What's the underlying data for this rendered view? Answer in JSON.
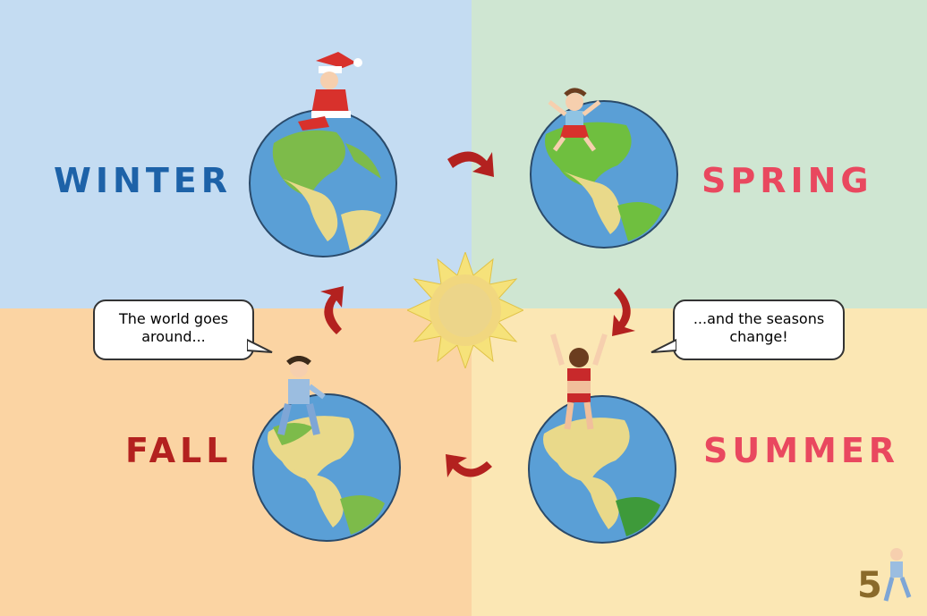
{
  "colors": {
    "winter_bg": "#c4dcf2",
    "spring_bg": "#cfe6d2",
    "fall_bg": "#fbd4a3",
    "summer_bg": "#fbe7b4",
    "winter_text": "#1d62a8",
    "spring_text": "#e9485f",
    "fall_text": "#b3211f",
    "summer_text": "#e9485f",
    "arrow": "#b3211f",
    "sun": "#f6e27a"
  },
  "seasons": {
    "winter": "WINTER",
    "spring": "SPRING",
    "summer": "SUMMER",
    "fall": "FALL"
  },
  "bubbles": {
    "left": "The world goes around...",
    "right": "...and the seasons change!"
  },
  "page_number": "5"
}
